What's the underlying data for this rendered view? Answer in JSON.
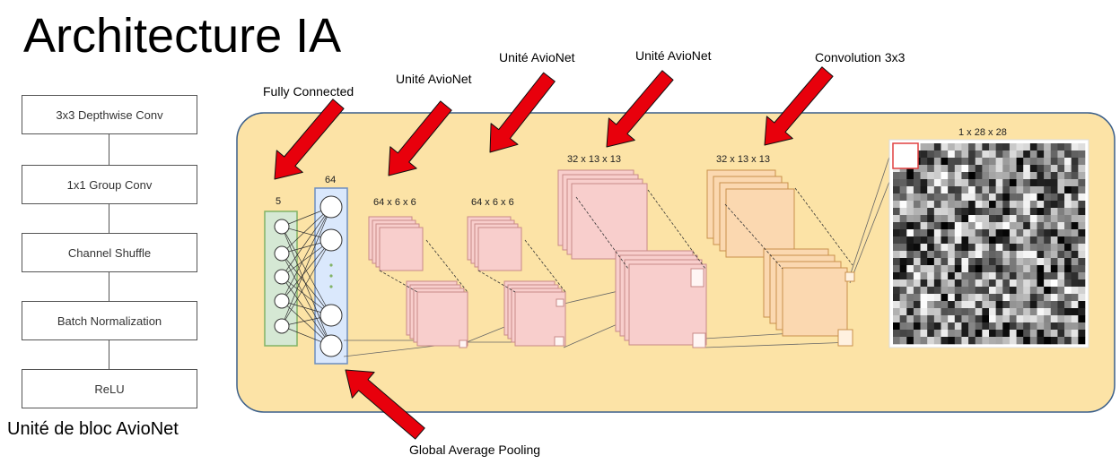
{
  "title": "Architecture IA",
  "block_unit": {
    "steps": [
      "3x3 Depthwise Conv",
      "1x1 Group Conv",
      "Channel Shuffle",
      "Batch Normalization",
      "ReLU"
    ],
    "caption": "Unité de bloc AvioNet"
  },
  "callouts": {
    "fully_connected": "Fully Connected",
    "avionet_unit_1": "Unité AvioNet",
    "avionet_unit_2": "Unité AvioNet",
    "avionet_unit_3": "Unité AvioNet",
    "convolution": "Convolution 3x3",
    "global_pooling": "Global Average Pooling"
  },
  "network": {
    "output_size": "5",
    "hidden_size": "64",
    "unit1_dims": "64 x 6 x 6",
    "unit2_dims": "64 x 6 x 6",
    "unit3_dims": "32 x 13 x 13",
    "conv_dims": "32 x 13 x 13",
    "input_dims": "1 x 28 x 28"
  },
  "colors": {
    "panel_fill": "#fce3a6",
    "panel_stroke": "#3b5f8a",
    "arrow": "#e8000c",
    "pink_fill": "#f8cecc",
    "pink_stroke": "#c98a88",
    "orange_fill": "#fbd8b0",
    "orange_stroke": "#c9904c",
    "green_fill": "#d5e8d4",
    "green_stroke": "#82b366",
    "blue_fill": "#dae8fc",
    "blue_stroke": "#6c8ebf",
    "dots": "#82b366"
  }
}
